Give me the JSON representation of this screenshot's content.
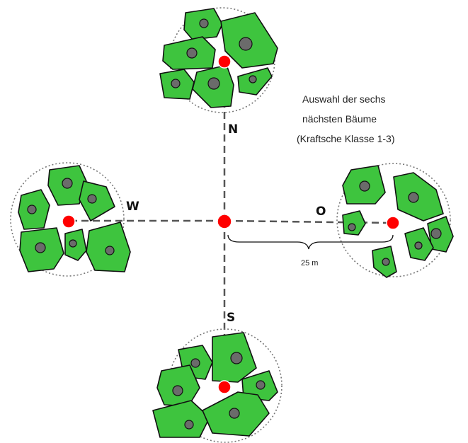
{
  "annotation": {
    "line1": "Auswahl der sechs",
    "line2": "nächsten Bäume",
    "line3": "(Kraftsche Klasse 1-3)"
  },
  "directions": {
    "north": "N",
    "south": "S",
    "west": "W",
    "east": "O"
  },
  "distance": {
    "label": "25 m"
  },
  "colors": {
    "crown": "#3ec43e",
    "trunk": "#6b6b6b",
    "sample_point": "#ff0000",
    "axis": "#555555"
  }
}
